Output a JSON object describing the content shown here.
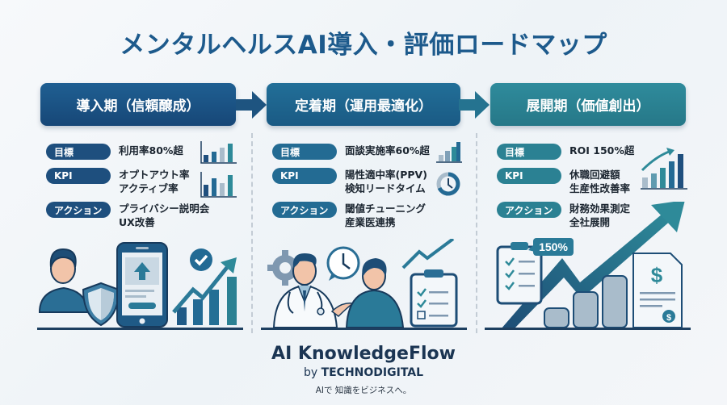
{
  "title": "メンタルヘルスAI導入・評価ロードマップ",
  "colors": {
    "title": "#1d5a8c",
    "phase1": "#1b5283",
    "phase2": "#1f6590",
    "phase3": "#2b8294",
    "ink": "#1d3f60",
    "teal": "#2e8a99"
  },
  "phases": [
    {
      "label": "導入期（信頼醸成）",
      "rows": [
        {
          "tag": "目標",
          "value": "利用率80%超",
          "icon": "bar-chart-icon"
        },
        {
          "tag": "KPI",
          "value": "オプトアウト率\nアクティブ率",
          "icon": "bar-chart-icon"
        },
        {
          "tag": "アクション",
          "value": "プライバシー説明会\nUX改善"
        }
      ],
      "illustration": [
        "user-shield-icon",
        "smartphone-upload-icon",
        "check-badge-icon",
        "growth-chart-icon"
      ]
    },
    {
      "label": "定着期（運用最適化）",
      "rows": [
        {
          "tag": "目標",
          "value": "面談実施率60%超",
          "icon": "bar-chart-icon"
        },
        {
          "tag": "KPI",
          "value": "陽性適中率(PPV)\n検知リードタイム",
          "icon": "clock-ring-icon"
        },
        {
          "tag": "アクション",
          "value": "閾値チューニング\n産業医連携"
        }
      ],
      "illustration": [
        "gear-icon",
        "doctor-icon",
        "clock-bubble-icon",
        "patient-icon",
        "trend-line-icon",
        "clipboard-checklist-icon"
      ]
    },
    {
      "label": "展開期（価値創出）",
      "rows": [
        {
          "tag": "目標",
          "value": "ROI 150%超",
          "icon": "rising-bar-chart-icon"
        },
        {
          "tag": "KPI",
          "value": "休職回避額\n生産性改善率"
        },
        {
          "tag": "アクション",
          "value": "財務効果測定\n全社展開"
        }
      ],
      "illustration": [
        "clipboard-checklist-icon",
        "big-growth-arrow-icon",
        "coin-stacks-icon",
        "dollar-document-icon"
      ],
      "badge": "150%"
    }
  ],
  "brand": {
    "name": "AI KnowledgeFlow",
    "by": "by",
    "company": "TECHNODIGITAL",
    "tagline": "AIで 知識をビジネスへ。"
  }
}
